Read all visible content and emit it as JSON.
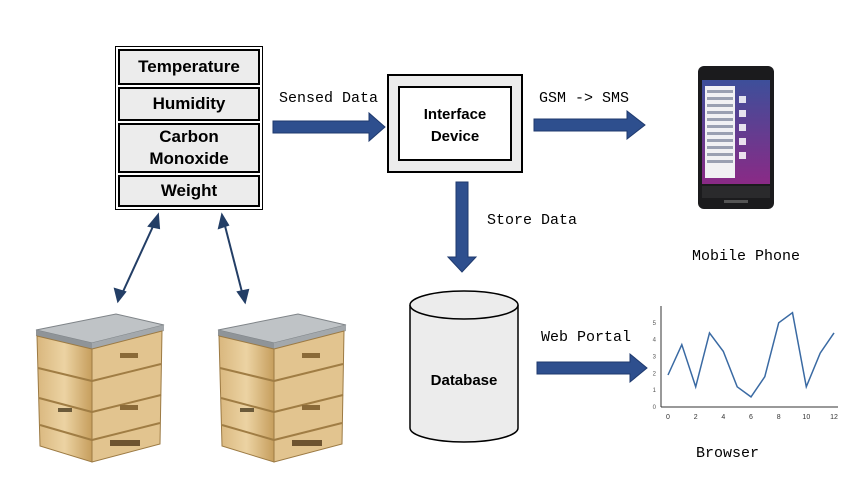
{
  "sensors": {
    "temperature": "Temperature",
    "humidity": "Humidity",
    "carbon_monoxide": "Carbon\nMonoxide",
    "weight": "Weight"
  },
  "flows": {
    "sensed_data": "Sensed Data",
    "gsm_sms": "GSM -> SMS",
    "store_data": "Store Data",
    "web_portal": "Web Portal"
  },
  "nodes": {
    "interface_device": "Interface\nDevice",
    "database": "Database",
    "mobile_phone": "Mobile Phone",
    "browser": "Browser"
  },
  "colors": {
    "arrow": "#2e4f8e",
    "line": "#3a6aa3",
    "cell_fill": "#ececec",
    "box_border": "#000000"
  },
  "icons": [
    "beehive-image",
    "smartphone-image",
    "line-graph-image"
  ],
  "browser_chart": {
    "x_ticks": [
      "0",
      "2",
      "4",
      "6",
      "8",
      "10",
      "12"
    ],
    "y_ticks": [
      "0",
      "1",
      "2",
      "3",
      "4",
      "5"
    ],
    "x": [
      0,
      1,
      2,
      3,
      4,
      5,
      6,
      7,
      8,
      9,
      10,
      11,
      12
    ],
    "y": [
      1.9,
      3.7,
      1.2,
      4.4,
      3.3,
      1.2,
      0.6,
      1.8,
      5.0,
      5.6,
      1.2,
      3.2,
      4.4
    ]
  }
}
